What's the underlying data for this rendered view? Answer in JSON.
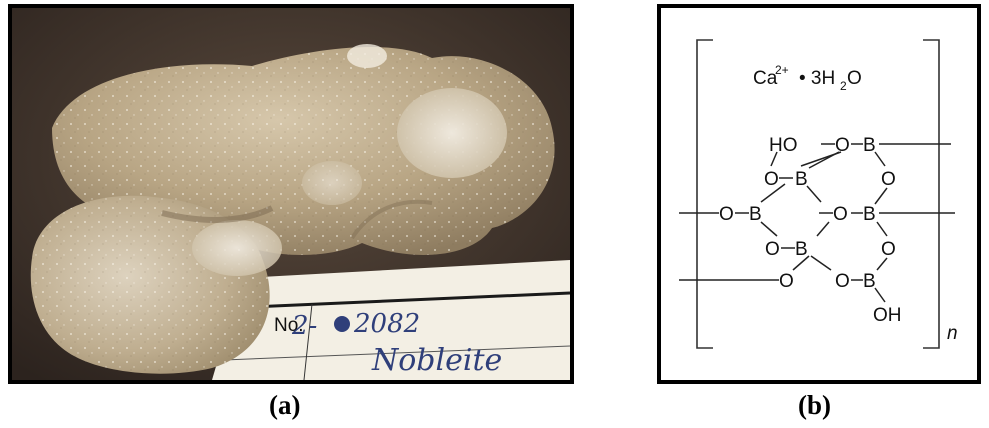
{
  "captions": {
    "a": "(a)",
    "b": "(b)"
  },
  "panel_a": {
    "label_no": "No.",
    "label_number": "2-",
    "label_number_end": "2082",
    "label_name": "Nobleite"
  },
  "panel_b": {
    "formula_ca": "Ca",
    "formula_charge": "2+",
    "formula_rest": "• 3H",
    "formula_sub": "2",
    "formula_o": "O",
    "repeat_n": "n",
    "atoms": {
      "ho": "HO",
      "oh": "OH",
      "b": "B",
      "o": "O"
    }
  },
  "colors": {
    "mineral_base": "#b9a88a",
    "mineral_light": "#e6dccb",
    "background_dark": "#3a2f28",
    "ink": "#2f3f7a"
  }
}
